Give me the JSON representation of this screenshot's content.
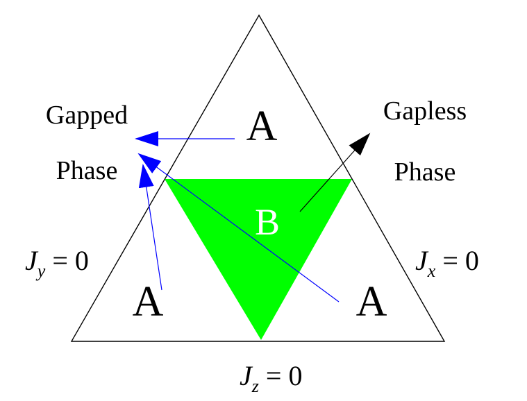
{
  "labels": {
    "gapped_line1": "Gapped",
    "gapped_line2": "Phase",
    "gapless_line1": "Gapless",
    "gapless_line2": "Phase",
    "region_top": "A",
    "region_left": "A",
    "region_right": "A",
    "region_center": "B"
  },
  "boundaries": {
    "jy": {
      "var": "J",
      "sub": "y",
      "rest": " = 0"
    },
    "jx": {
      "var": "J",
      "sub": "x",
      "rest": " = 0"
    },
    "jz": {
      "var": "J",
      "sub": "z",
      "rest": " = 0"
    }
  },
  "colors": {
    "outline": "#000000",
    "region_b_fill": "#00ff00",
    "region_b_text": "#ffffff",
    "gapped_arrow": "#0000ff",
    "gapless_arrow": "#000000",
    "text": "#000000"
  }
}
